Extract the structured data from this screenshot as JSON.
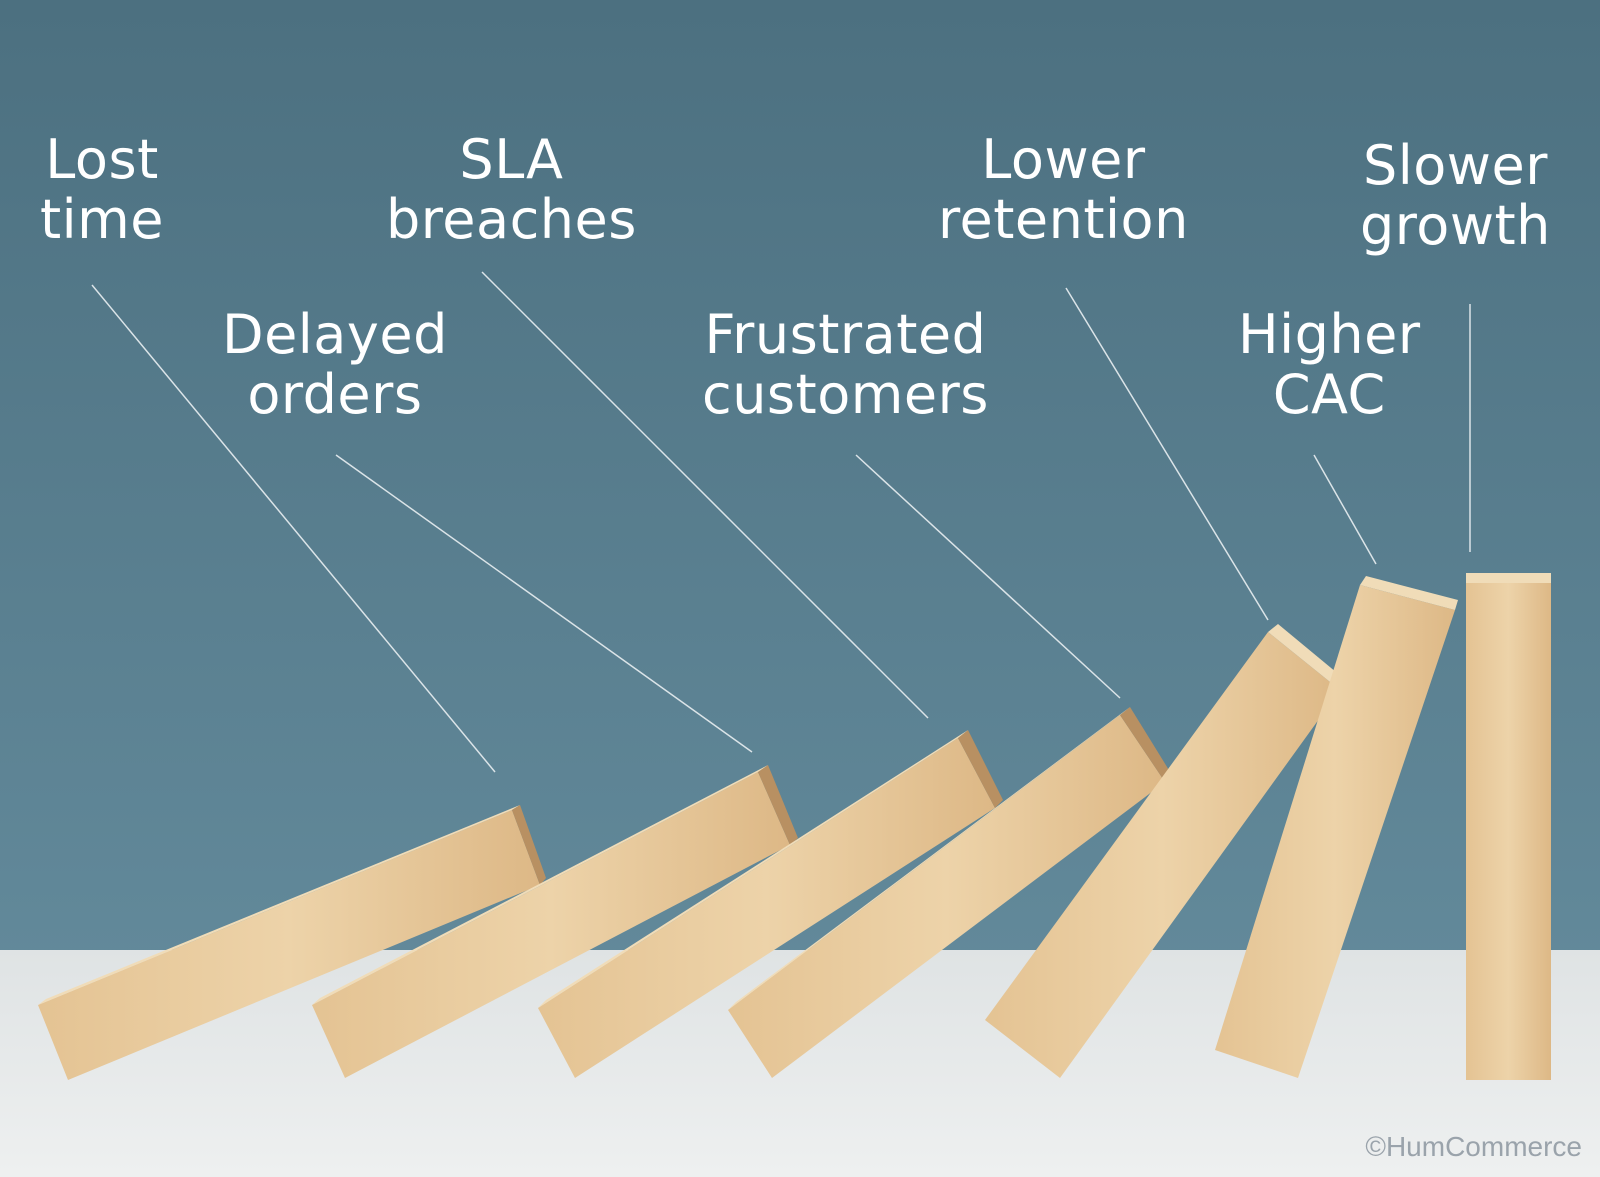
{
  "labels": [
    {
      "line1": "Lost",
      "line2": "time"
    },
    {
      "line1": "Delayed",
      "line2": "orders"
    },
    {
      "line1": "SLA",
      "line2": "breaches"
    },
    {
      "line1": "Frustrated",
      "line2": "customers"
    },
    {
      "line1": "Lower",
      "line2": "retention"
    },
    {
      "line1": "Higher",
      "line2": "CAC"
    },
    {
      "line1": "Slower",
      "line2": "growth"
    }
  ],
  "credit": "©HumCommerce",
  "colors": {
    "wall_top": "#4f7482",
    "wall_bottom": "#5f8794",
    "floor": "#e3e6e7",
    "wood": "#e7c99a",
    "wood_side": "#c9a370",
    "text": "#ffffff"
  }
}
